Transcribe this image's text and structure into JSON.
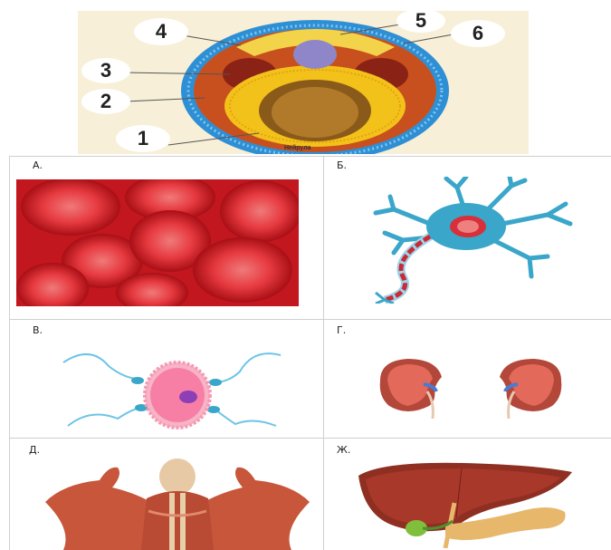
{
  "diagram": {
    "numbers": [
      "1",
      "2",
      "3",
      "4",
      "5",
      "6"
    ],
    "caption": "Нейрула"
  },
  "panels": [
    {
      "label": "А.",
      "icon": "red-blood-cells-image"
    },
    {
      "label": "Б.",
      "icon": "neuron-image"
    },
    {
      "label": "В.",
      "icon": "egg-cell-with-sperm-image"
    },
    {
      "label": "Г.",
      "icon": "kidneys-image"
    },
    {
      "label": "Д.",
      "icon": "back-muscles-image"
    },
    {
      "label": "Ж.",
      "icon": "liver-and-pancreas-image"
    }
  ],
  "colors": {
    "ectoderm": "#2f8fd4",
    "mesoderm": "#c8501f",
    "endoderm": "#f2c21a",
    "blood": "#e0303b",
    "neuron": "#3aa6c9"
  }
}
